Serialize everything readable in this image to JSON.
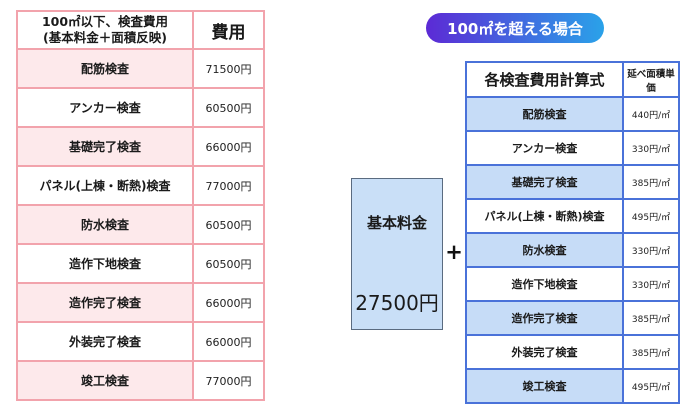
{
  "badge": {
    "label": "100㎡を超える場合"
  },
  "left_table": {
    "header": {
      "line1": "100㎡以下、検査費用",
      "line2": "(基本料金＋面積反映)",
      "fee": "費用"
    },
    "rows": [
      {
        "label": "配筋検査",
        "fee": "71500円"
      },
      {
        "label": "アンカー検査",
        "fee": "60500円"
      },
      {
        "label": "基礎完了検査",
        "fee": "66000円"
      },
      {
        "label": "パネル(上棟・断熱)検査",
        "fee": "77000円"
      },
      {
        "label": "防水検査",
        "fee": "60500円"
      },
      {
        "label": "造作下地検査",
        "fee": "60500円"
      },
      {
        "label": "造作完了検査",
        "fee": "66000円"
      },
      {
        "label": "外装完了検査",
        "fee": "66000円"
      },
      {
        "label": "竣工検査",
        "fee": "77000円"
      }
    ]
  },
  "base_fee": {
    "title": "基本料金",
    "amount": "27500円"
  },
  "plus_sign": "+",
  "right_table": {
    "header": {
      "label": "各検査費用計算式",
      "unit": "延べ面積単価"
    },
    "rows": [
      {
        "label": "配筋検査",
        "unit": "440円/㎡"
      },
      {
        "label": "アンカー検査",
        "unit": "330円/㎡"
      },
      {
        "label": "基礎完了検査",
        "unit": "385円/㎡"
      },
      {
        "label": "パネル(上棟・断熱)検査",
        "unit": "495円/㎡"
      },
      {
        "label": "防水検査",
        "unit": "330円/㎡"
      },
      {
        "label": "造作下地検査",
        "unit": "330円/㎡"
      },
      {
        "label": "造作完了検査",
        "unit": "385円/㎡"
      },
      {
        "label": "外装完了検査",
        "unit": "385円/㎡"
      },
      {
        "label": "竣工検査",
        "unit": "495円/㎡"
      }
    ]
  },
  "colors": {
    "pink_border": "#f2a3ac",
    "pink_fill": "#fde9eb",
    "blue_border": "#4a72d9",
    "blue_fill": "#c6dcf7",
    "base_fill": "#c9dff7",
    "badge_start": "#5c2ad5",
    "badge_end": "#2aa2e9"
  }
}
